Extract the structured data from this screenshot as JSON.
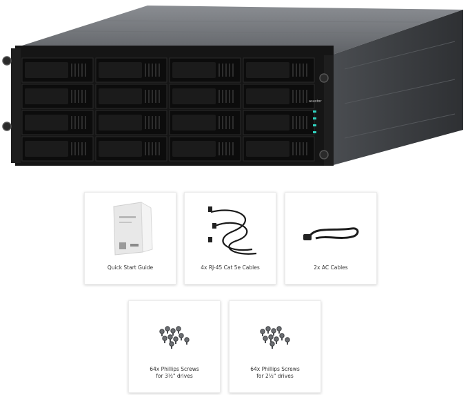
{
  "device": {
    "brand_label": "asustor",
    "bay_rows": 4,
    "bay_cols": 4
  },
  "items": [
    {
      "id": "quick-start-guide",
      "label": "Quick Start Guide",
      "icon": "quick-start-guide-icon"
    },
    {
      "id": "rj45-cables",
      "label": "4x RJ-45 Cat 5e Cables",
      "icon": "ethernet-cable-icon"
    },
    {
      "id": "ac-cables",
      "label": "2x AC Cables",
      "icon": "power-cable-icon"
    },
    {
      "id": "screws-3-5",
      "label_line1": "64x Phillips Screws",
      "label_line2": "for 3½\" drives",
      "icon": "screws-icon"
    },
    {
      "id": "screws-2-5",
      "label_line1": "64x Phillips Screws",
      "label_line2": "for 2½\" drives",
      "icon": "screws-icon"
    }
  ],
  "colors": {
    "chassis": "#3a3c3f",
    "front": "#141414",
    "tray": "#0d0d0d",
    "led": "#2fd3c0"
  }
}
